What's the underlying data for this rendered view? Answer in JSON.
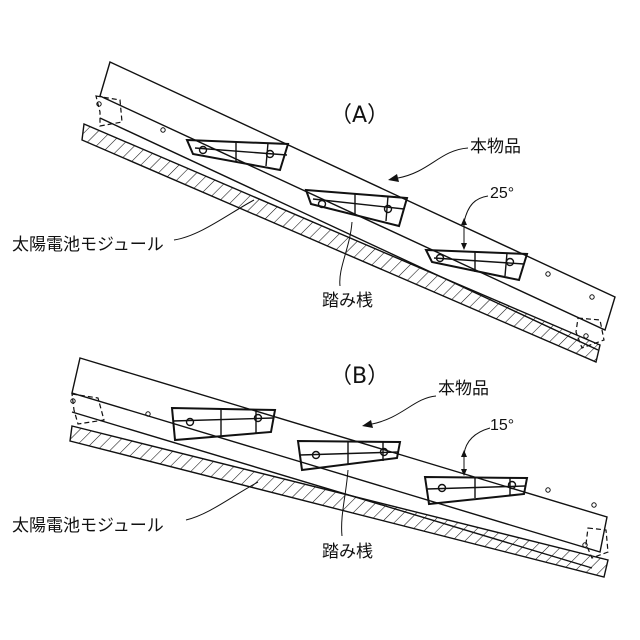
{
  "figure_a": {
    "label": "（A）",
    "product_label": "本物品",
    "angle_label": "25°",
    "module_label": "太陽電池モジュール",
    "step_label": "踏み桟"
  },
  "figure_b": {
    "label": "（B）",
    "product_label": "本物品",
    "angle_label": "15°",
    "module_label": "太陽電池モジュール",
    "step_label": "踏み桟"
  }
}
